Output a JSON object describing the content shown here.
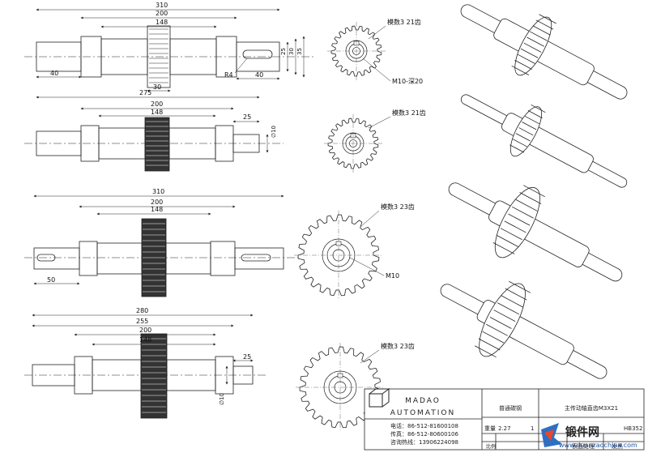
{
  "views": [
    {
      "dims": {
        "overall": "310",
        "middle": "200",
        "gear": "148",
        "left_end": "40",
        "right_end": "40",
        "gear_width": "30",
        "d1": "25",
        "d2": "30",
        "d3": "35",
        "radius": "R4"
      }
    },
    {
      "dims": {
        "overall": "275",
        "middle": "200",
        "gear": "148",
        "step": "25",
        "dia": "∅10"
      }
    },
    {
      "dims": {
        "overall": "310",
        "middle": "200",
        "gear": "148",
        "left_end": "50"
      }
    },
    {
      "dims": {
        "overall": "280",
        "second": "255",
        "middle": "200",
        "gear": "148",
        "step": "25",
        "dia": "∅10"
      }
    }
  ],
  "gears": [
    {
      "label": "模数3 21齿",
      "note": "M10-深20"
    },
    {
      "label": "模数3 21齿"
    },
    {
      "label": "模数3 23齿",
      "note": "M10"
    },
    {
      "label": "模数3 23齿"
    }
  ],
  "title_block": {
    "company_line1": "MADAO",
    "company_line2": "AUTOMATION",
    "phone": "电话：86-512-81600108",
    "fax": "传真：86-512-80600106",
    "hotline": "咨询热线：13906224098",
    "material": "普通碳钢",
    "part_name": "主传动轴直齿M3X21",
    "weight_label": "重量",
    "weight_value": "2.27",
    "qty": "1",
    "hardness": "HB352",
    "scale_label": "比例",
    "surface_label": "表面处理",
    "finish_label": "发黑"
  },
  "watermark": {
    "brand": "锻件网",
    "url": "www.duanzaochina.com"
  }
}
